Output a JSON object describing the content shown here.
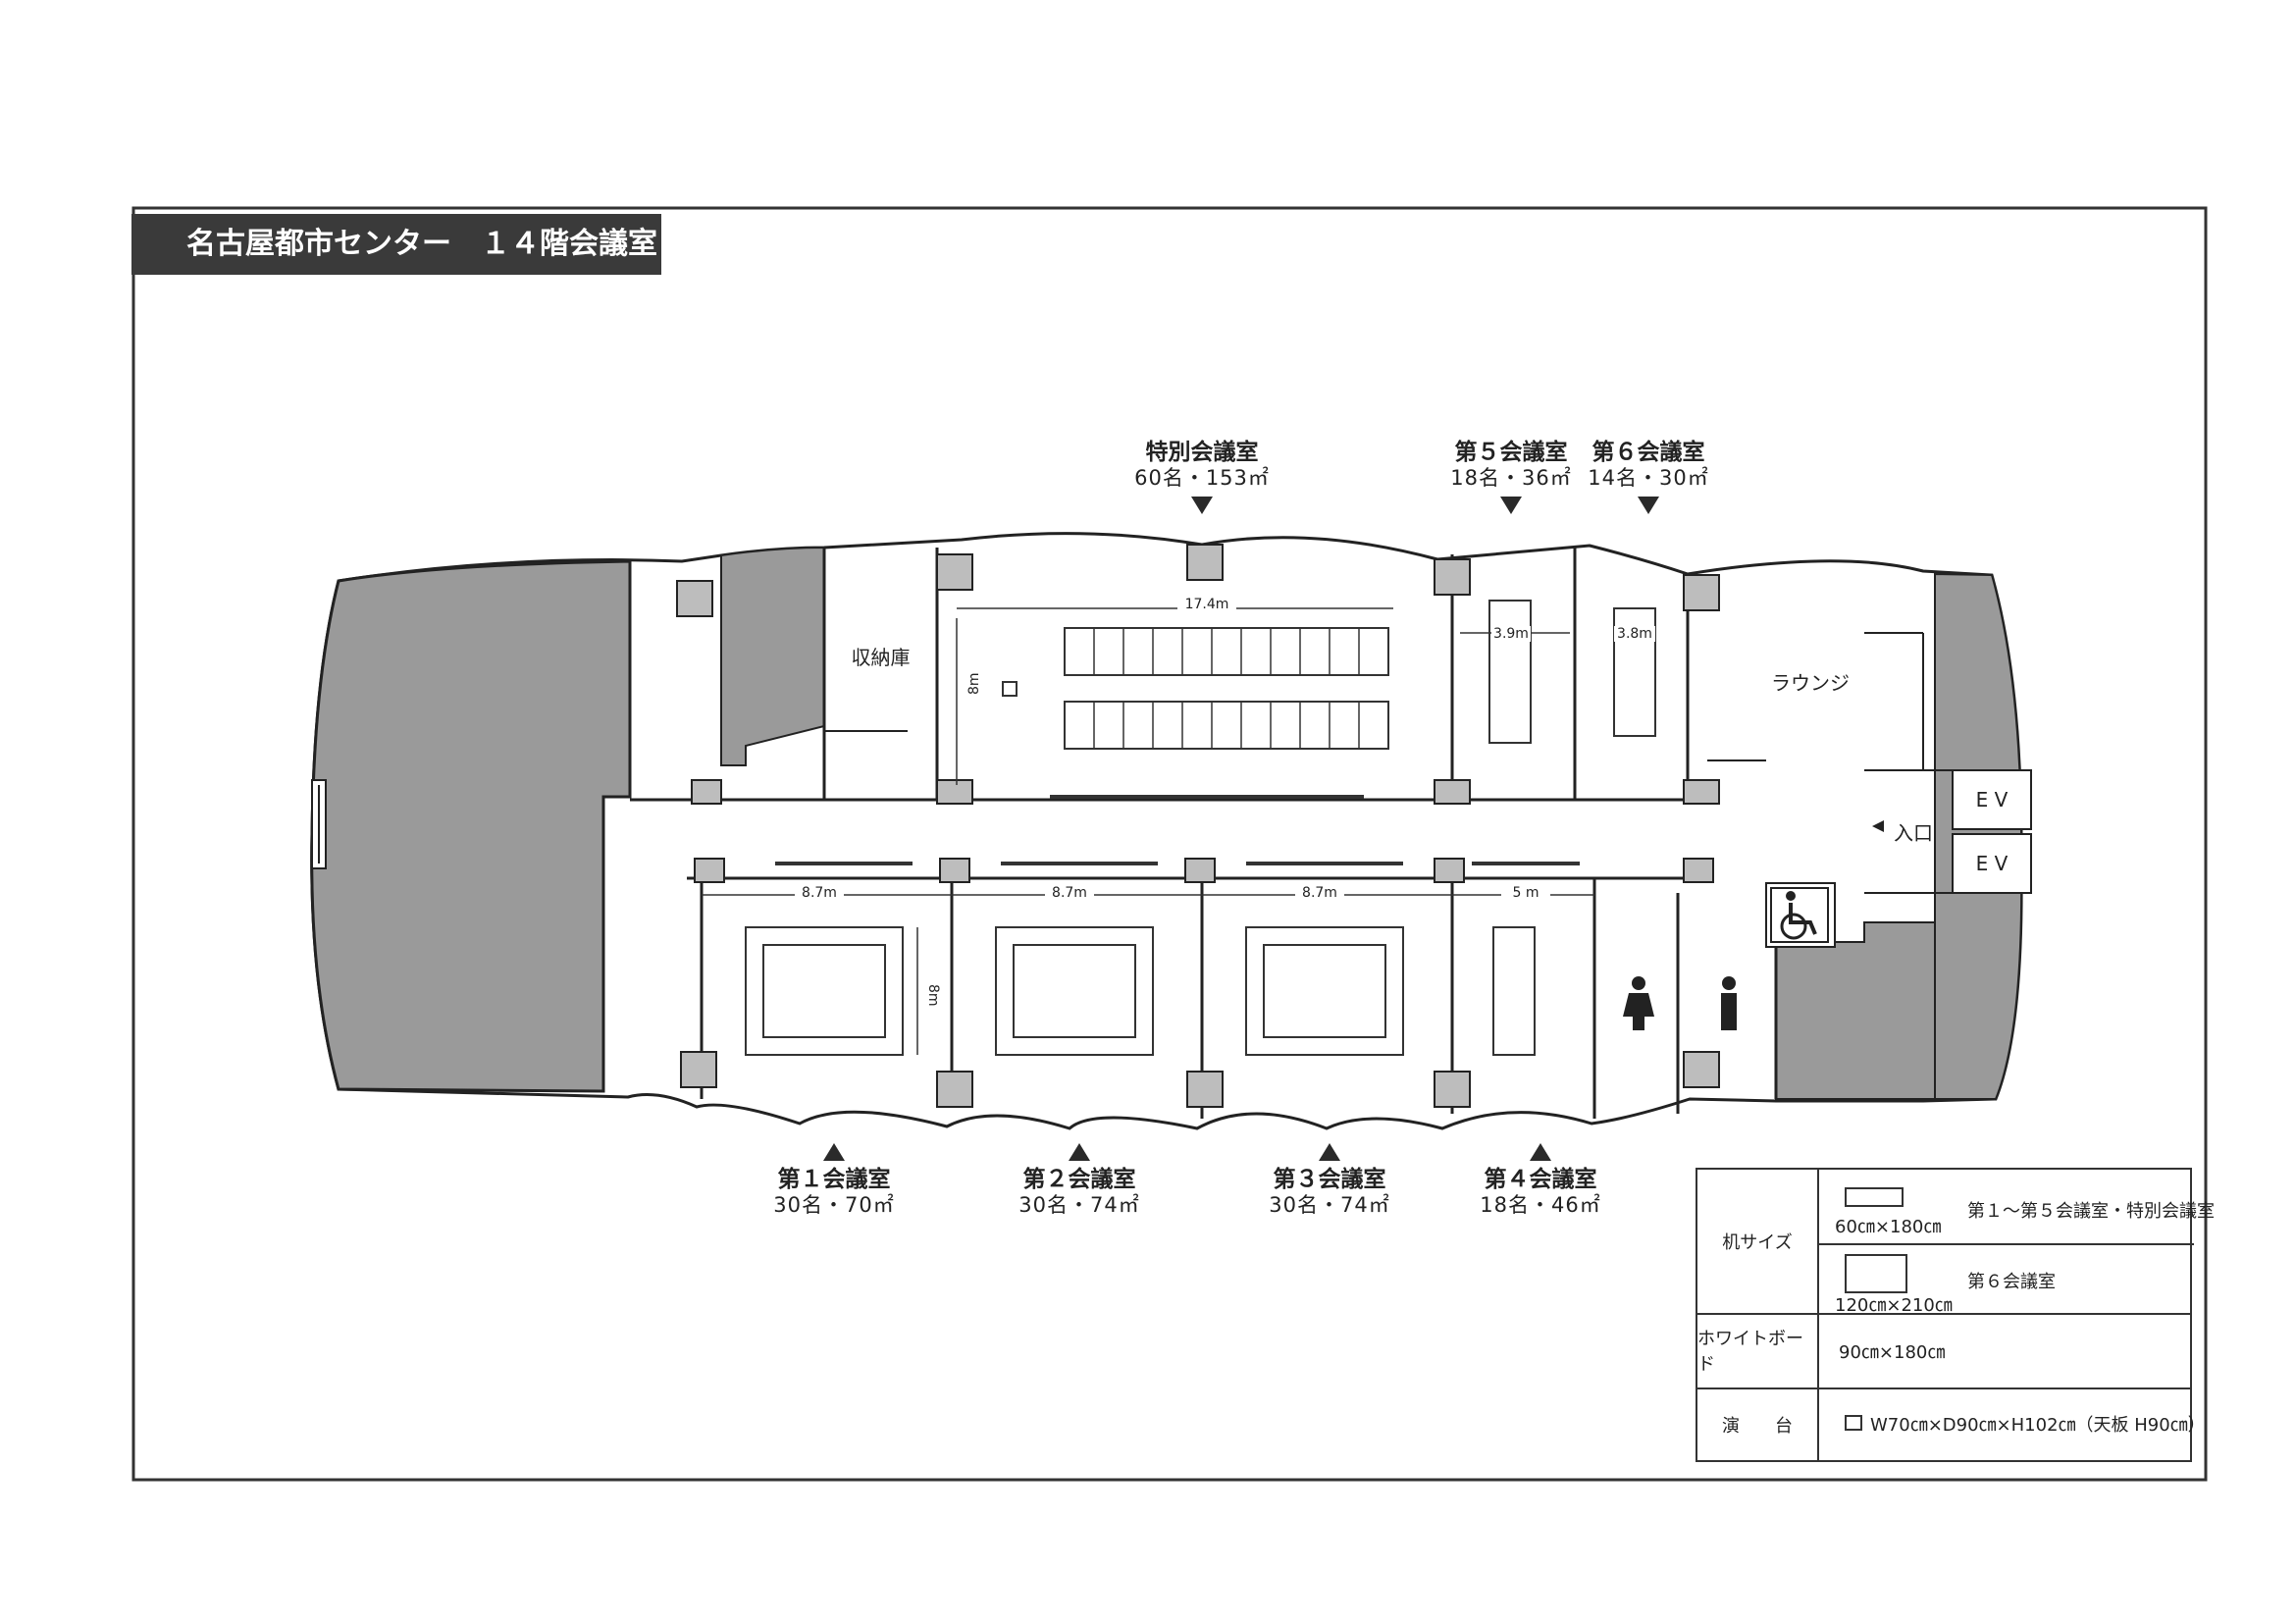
{
  "title": "名古屋都市センター　１４階会議室",
  "rooms": {
    "special": {
      "name": "特別会議室",
      "capacity": "60名・153㎡",
      "width": "17.4m",
      "depth": "8m"
    },
    "r5": {
      "name": "第５会議室",
      "capacity": "18名・36㎡",
      "width": "3.9m"
    },
    "r6": {
      "name": "第６会議室",
      "capacity": "14名・30㎡",
      "width": "3.8m"
    },
    "r1": {
      "name": "第１会議室",
      "capacity": "30名・70㎡",
      "width": "8.7m",
      "depth": "8m"
    },
    "r2": {
      "name": "第２会議室",
      "capacity": "30名・74㎡",
      "width": "8.7m"
    },
    "r3": {
      "name": "第３会議室",
      "capacity": "30名・74㎡",
      "width": "8.7m"
    },
    "r4": {
      "name": "第４会議室",
      "capacity": "18名・46㎡",
      "width": "5 m"
    }
  },
  "areas": {
    "storage": "収納庫",
    "lounge": "ラウンジ",
    "entrance": "入口",
    "ev1": "E V",
    "ev2": "E V"
  },
  "icons": [
    "female-restroom-icon",
    "male-restroom-icon",
    "wheelchair-icon"
  ],
  "legend": {
    "desk_label": "机サイズ",
    "desk_a_size": "60㎝×180㎝",
    "desk_a_use": "第１～第５会議室・特別会議室",
    "desk_b_size": "120㎝×210㎝",
    "desk_b_use": "第６会議室",
    "whiteboard_label": "ホワイトボード",
    "whiteboard_size": "90㎝×180㎝",
    "podium_label": "演　　台",
    "podium_size": "W70㎝×D90㎝×H102㎝（天板 H90㎝）"
  }
}
